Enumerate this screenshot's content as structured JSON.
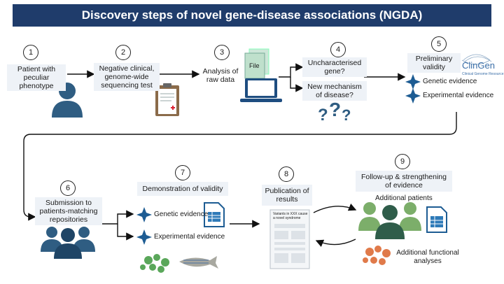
{
  "title": "Discovery steps of novel gene-disease associations (NGDA)",
  "steps": [
    {
      "number": "1",
      "text": "Patient with peculiar phenotype"
    },
    {
      "number": "2",
      "text": "Negative clinical, genome-wide sequencing test"
    },
    {
      "number": "3",
      "text": "Analysis of raw data",
      "file_label": "File"
    },
    {
      "number": "4",
      "question_a": "Uncharacterised gene?",
      "question_b": "New mechanism of disease?"
    },
    {
      "number": "5",
      "text": "Preliminary validity",
      "logo": "ClinGen",
      "logo_sub": "Clinical Genome Resource",
      "evidence": [
        "Genetic evidence",
        "Experimental evidence"
      ]
    },
    {
      "number": "6",
      "text": "Submission to patients-matching repositories"
    },
    {
      "number": "7",
      "text": "Demonstration of validity",
      "evidence": [
        "Genetic evidence",
        "Experimental evidence"
      ]
    },
    {
      "number": "8",
      "text": "Publication of results",
      "paper_title": "Variants in XXX cause a novel syndrome"
    },
    {
      "number": "9",
      "text": "Follow-up & strengthening of evidence",
      "sub_a": "Additional patients",
      "sub_b": "Additional functional analyses"
    }
  ],
  "colors": {
    "title_bg": "#1f3c6b",
    "person_blue": "#2f5d82",
    "person_green": "#7cae6a",
    "sparkle": "#1d5c93"
  }
}
